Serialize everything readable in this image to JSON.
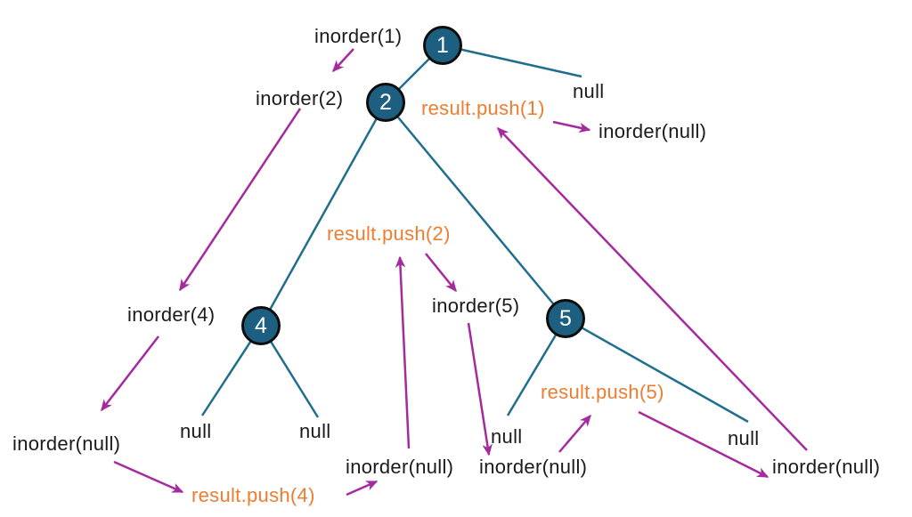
{
  "diagram": {
    "description": "binary tree inorder traversal call trace",
    "colors": {
      "node_fill": "#1d5f80",
      "node_border": "#0d0d0d",
      "edge": "#1f6e8e",
      "arrow": "#a52a9e",
      "call_text": "#1b1b1b",
      "push_text": "#ed7d31"
    },
    "nodes": {
      "n1": "1",
      "n2": "2",
      "n4": "4",
      "n5": "5"
    },
    "labels": {
      "inorder1": "inorder(1)",
      "inorder2": "inorder(2)",
      "inorder4": "inorder(4)",
      "inorder5": "inorder(5)",
      "push1": "result.push(1)",
      "push2": "result.push(2)",
      "push4": "result.push(4)",
      "push5": "result.push(5)",
      "null_root_right": "null",
      "inorder_null_root_right": "inorder(null)",
      "null_4_left": "null",
      "null_4_right": "null",
      "null_5_left": "null",
      "null_5_right": "null",
      "inorder_null_4_left": "inorder(null)",
      "inorder_null_4_right": "inorder(null)",
      "inorder_null_5_left": "inorder(null)",
      "inorder_null_5_right": "inorder(null)"
    }
  }
}
